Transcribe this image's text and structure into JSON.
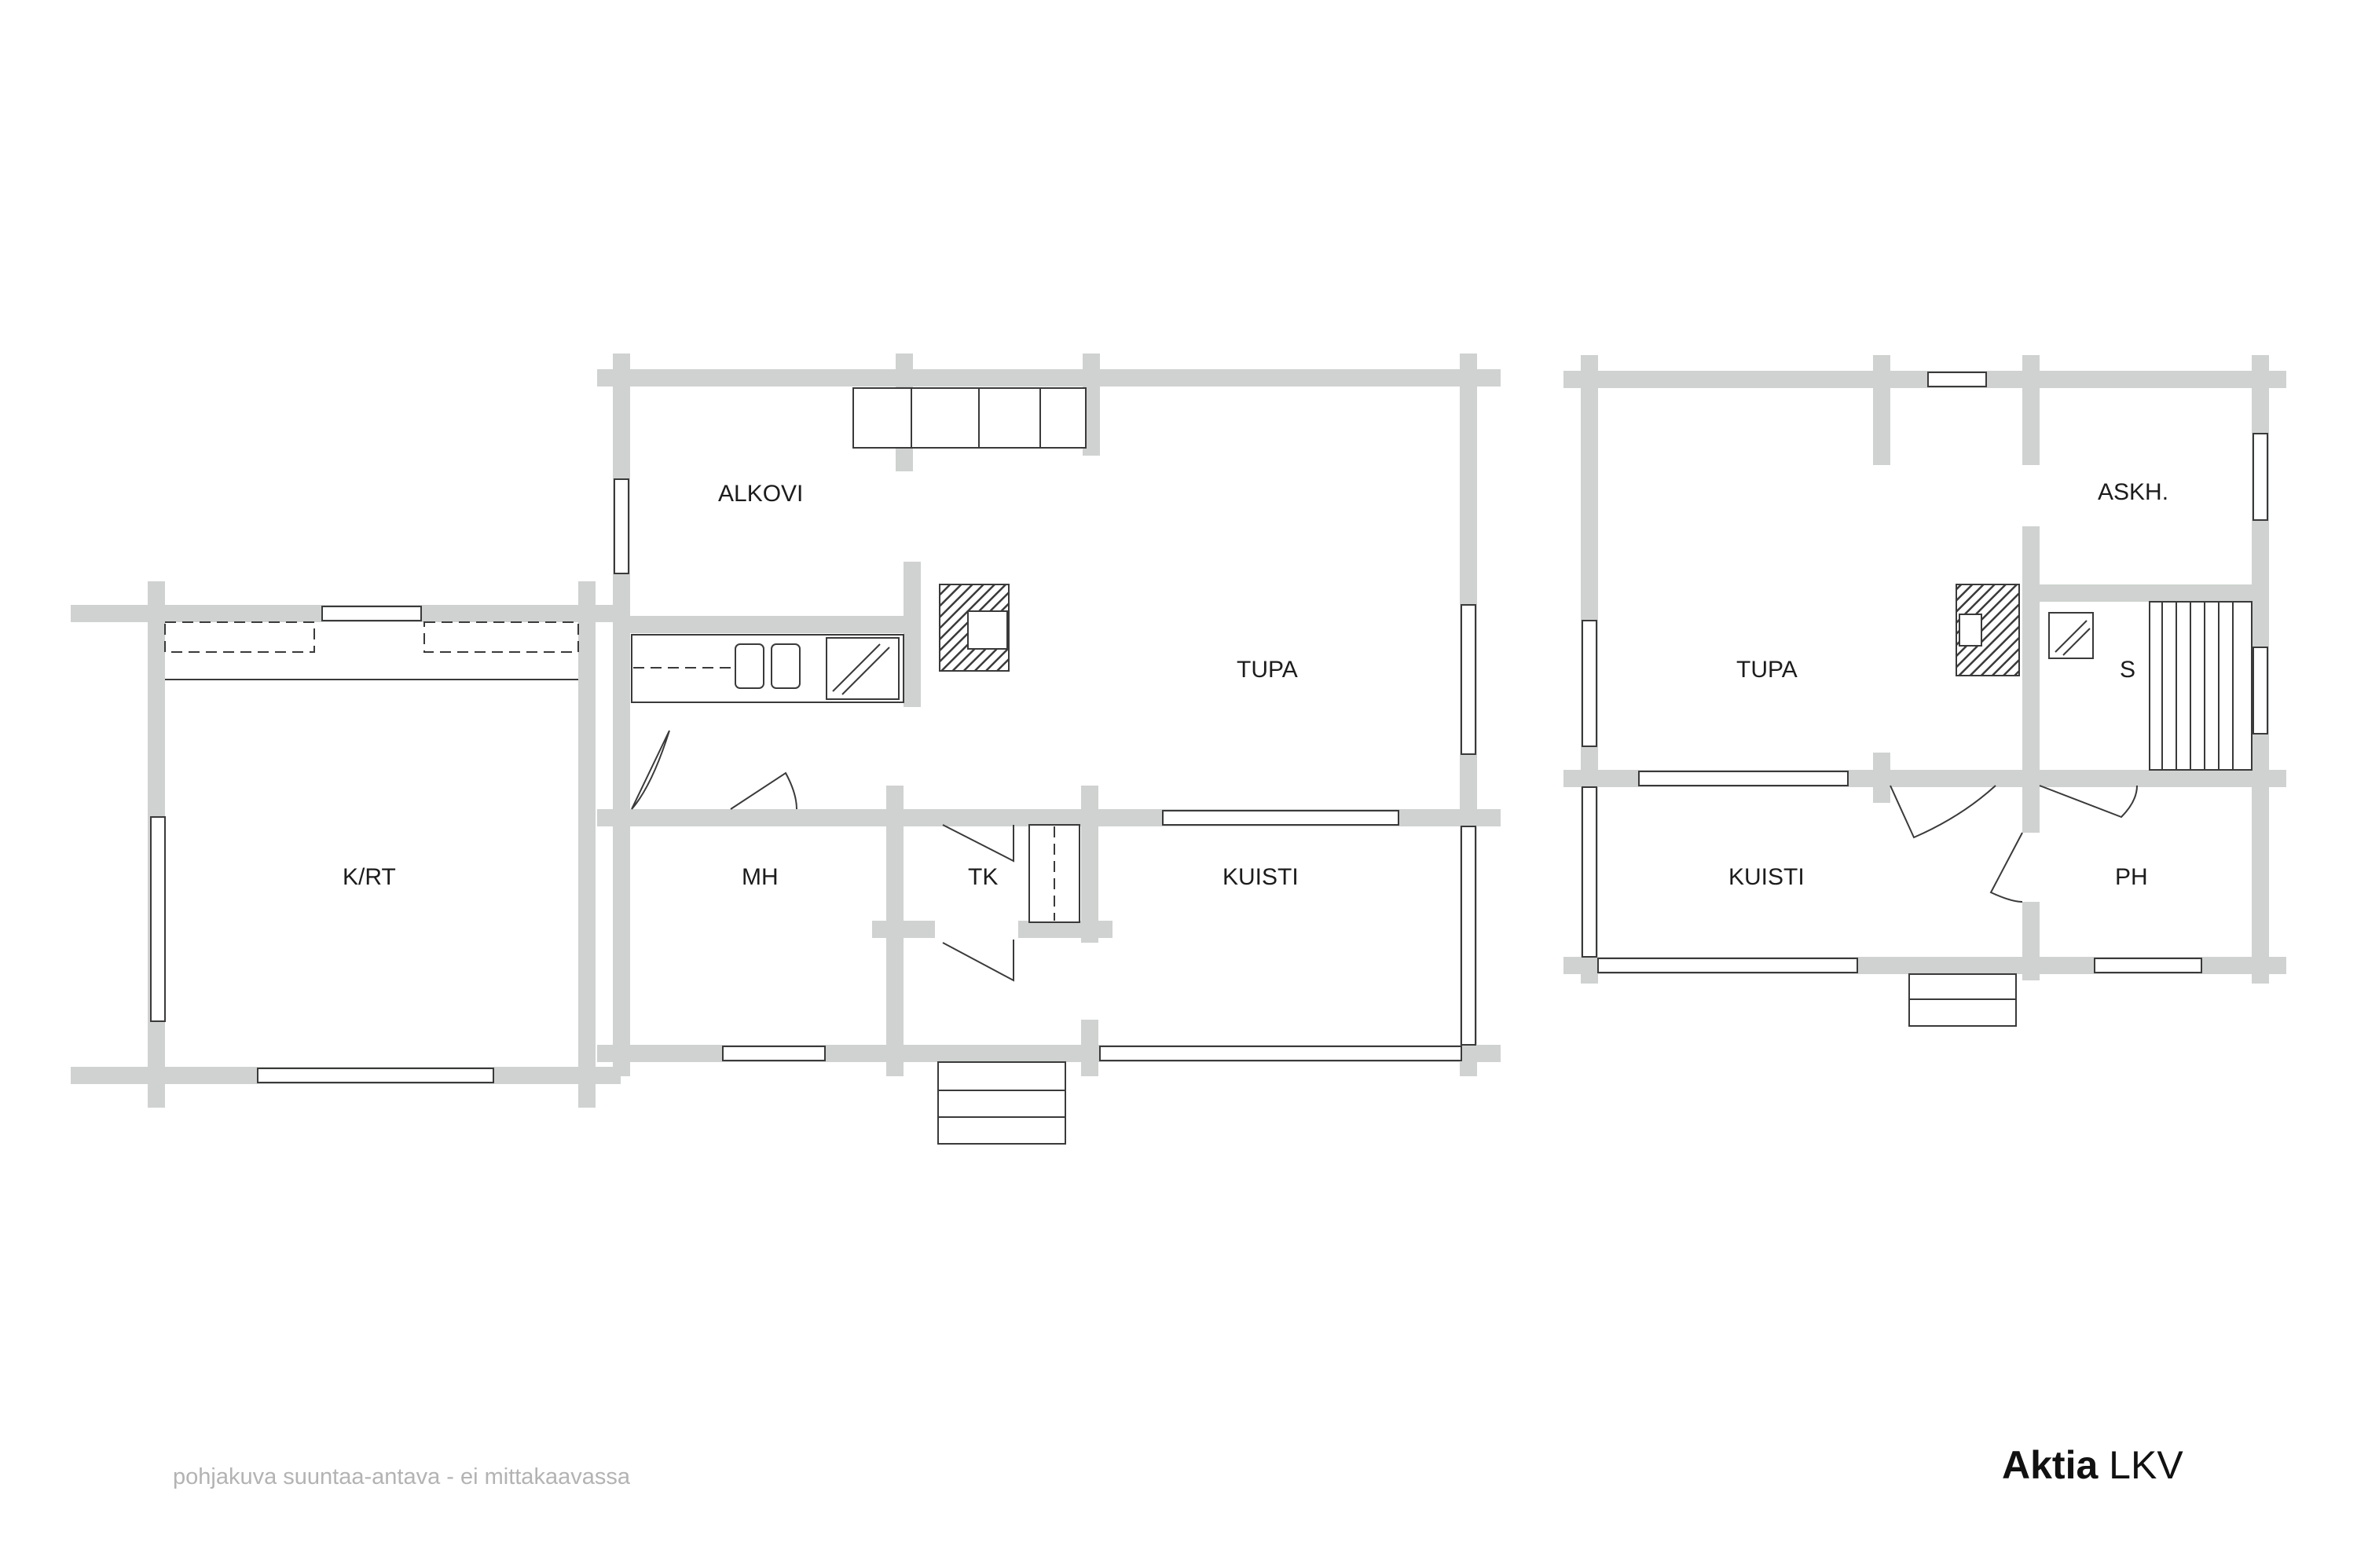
{
  "rooms": {
    "alkovi": "ALKOVI",
    "tupa_left": "TUPA",
    "krt": "K/RT",
    "mh": "MH",
    "tk": "TK",
    "kuisti_left": "KUISTI",
    "tupa_right": "TUPA",
    "askh": "ASKH.",
    "s": "S",
    "kuisti_right": "KUISTI",
    "ph": "PH"
  },
  "footer": {
    "note": "pohjakuva suuntaa-antava - ei mittakaavassa"
  },
  "brand": {
    "name": "Aktia",
    "suffix": "LKV"
  },
  "colors": {
    "wall": "#cfd2d0",
    "line": "#3a3a3a",
    "note": "#b3b3b3"
  }
}
